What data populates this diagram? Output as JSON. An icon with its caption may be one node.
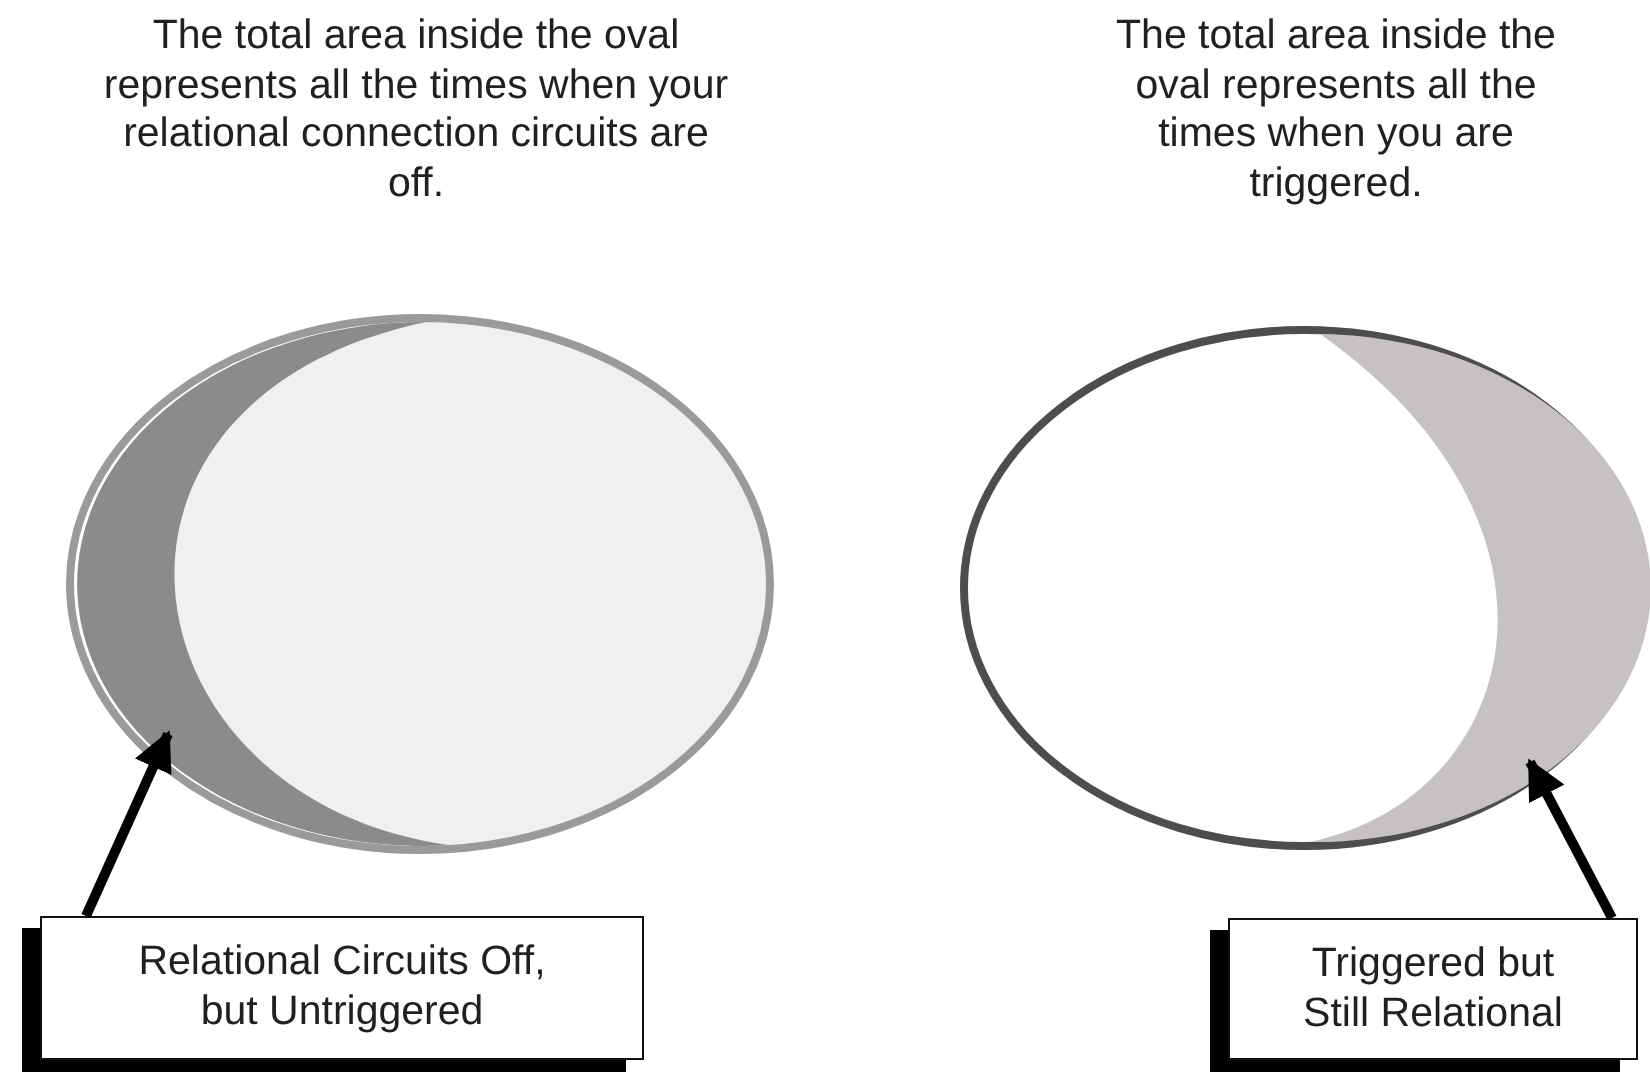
{
  "diagram": {
    "nodes": [
      {
        "text": [
          "The total area inside the oval represents all the times when your relational connection circuits are off."
        ]
      },
      {
        "text": [],
        "shape": "crescent",
        "in": 0
      },
      {
        "text": [
          "Relational Circuits Off, but Untriggered"
        ]
      },
      {
        "text": [
          "The total area inside the oval represents all the times when you are triggered."
        ]
      },
      {
        "text": [],
        "shape": "crescent",
        "in": 3
      },
      {
        "text": [
          "Triggered but Still Relational"
        ]
      }
    ],
    "edges": [
      {
        "from": 2,
        "to": 1,
        "arrow": "to"
      },
      {
        "from": 5,
        "to": 4,
        "arrow": "to"
      }
    ]
  }
}
